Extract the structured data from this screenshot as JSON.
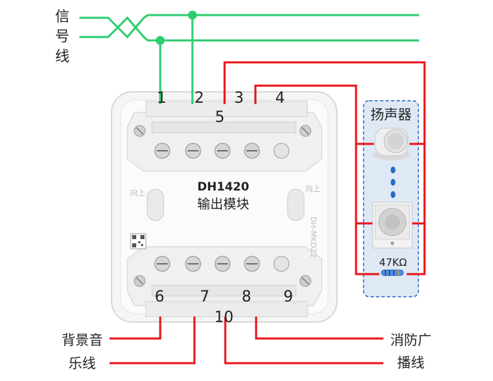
{
  "signal_label": [
    "信",
    "号",
    "线"
  ],
  "module": {
    "model": "DH1420",
    "name": "输出模块",
    "side_text_left": "向上",
    "side_text_right": "向上",
    "side_model": "DH-MKDZ2"
  },
  "terminal_numbers": {
    "t1": "1",
    "t2": "2",
    "t3": "3",
    "t4": "4",
    "t5": "5",
    "t6": "6",
    "t7": "7",
    "t8": "8",
    "t9": "9",
    "t10": "10"
  },
  "speaker_panel": {
    "title": "扬声器",
    "resistor": "47KΩ"
  },
  "bottom_left_label": [
    "背景音",
    "乐线"
  ],
  "bottom_right_label": [
    "消防广",
    "播线"
  ],
  "colors": {
    "signal_wire": "#2ecc71",
    "power_wire": "#e8141b",
    "panel_fill": "#dfe9f5",
    "panel_border": "#2a69c8"
  }
}
